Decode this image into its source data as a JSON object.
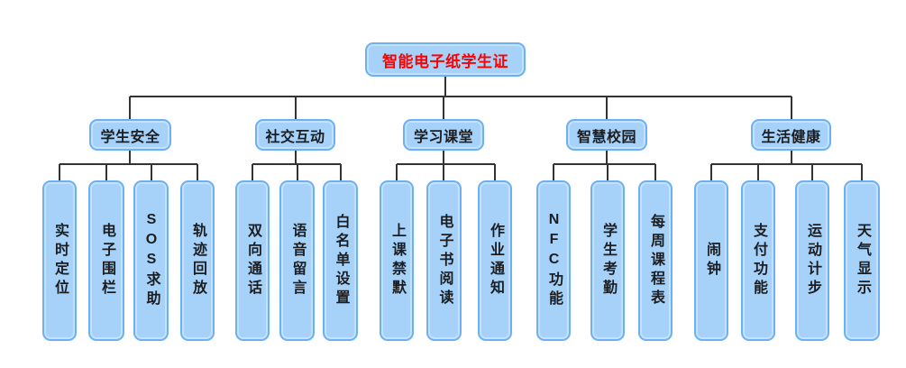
{
  "root": {
    "label": "智能电子纸学生证"
  },
  "groups": [
    {
      "label": "学生安全",
      "children": [
        "实时定位",
        "电子围栏",
        "SOS求助",
        "轨迹回放"
      ]
    },
    {
      "label": "社交互动",
      "children": [
        "双向通话",
        "语音留言",
        "白名单设置"
      ]
    },
    {
      "label": "学习课堂",
      "children": [
        "上课禁默",
        "电子书阅读",
        "作业通知"
      ]
    },
    {
      "label": "智慧校园",
      "children": [
        "NFC功能",
        "学生考勤",
        "每周课程表"
      ]
    },
    {
      "label": "生活健康",
      "children": [
        "闹钟",
        "支付功能",
        "运动计步",
        "天气显示"
      ]
    }
  ],
  "colors": {
    "background": "#ffffff",
    "node_fill": "#a6d2fa",
    "node_border": "#6cb0f5",
    "node_text": "#1b1d20",
    "root_text": "#fe0000",
    "line": "#333333"
  }
}
